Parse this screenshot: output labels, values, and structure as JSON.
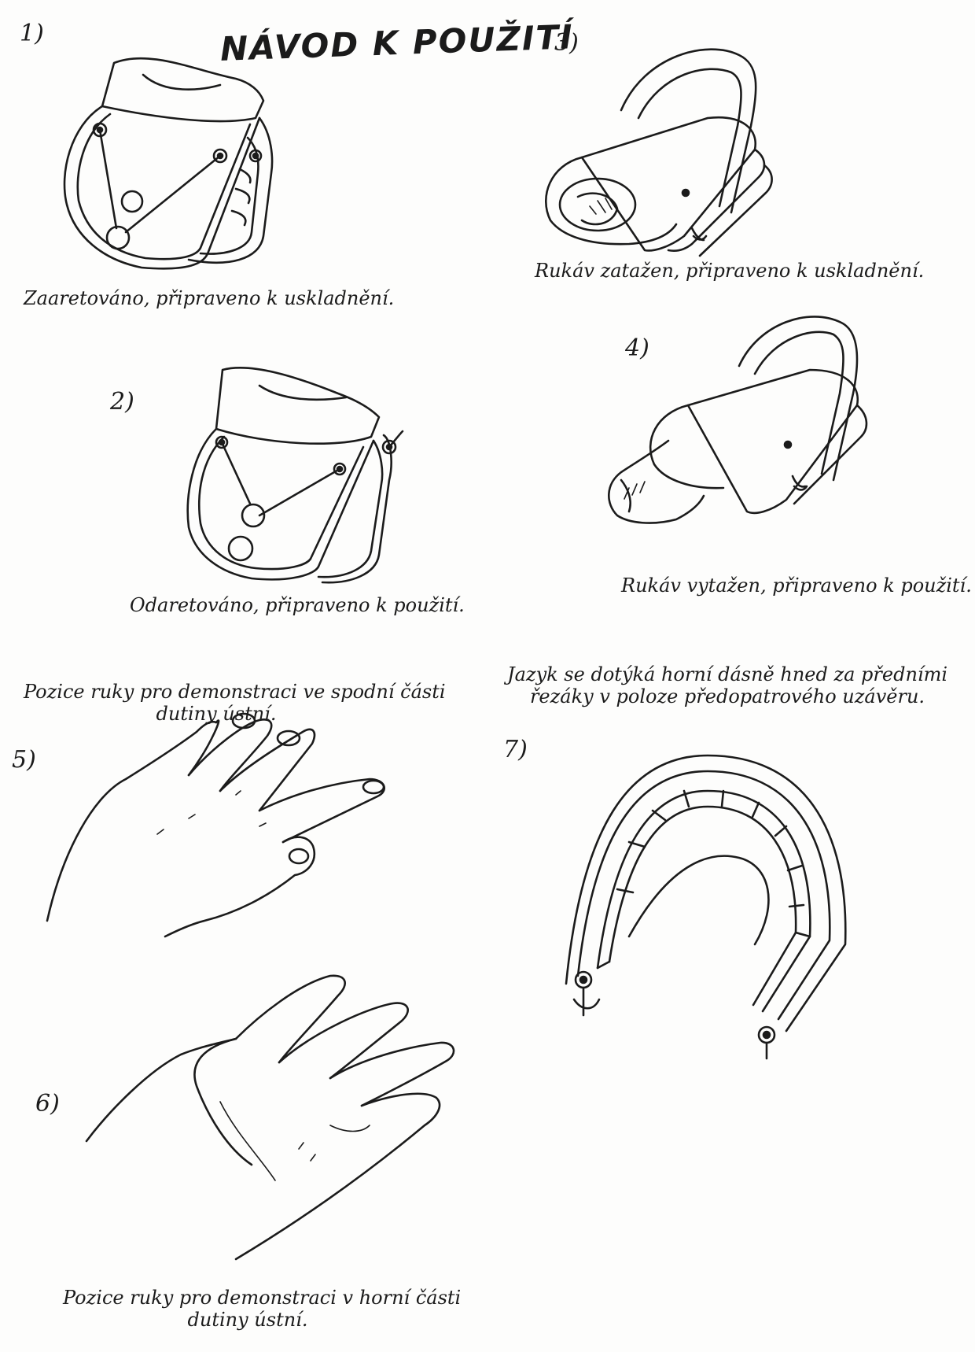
{
  "title": "NÁVOD K POUŽITÍ",
  "steps": [
    {
      "number": "1)",
      "caption": "Zaaretováno, připraveno k uskladnění."
    },
    {
      "number": "2)",
      "caption": "Odaretováno, připraveno k použití."
    },
    {
      "number": "3)",
      "caption": "Rukáv zatažen, připraveno k uskladnění."
    },
    {
      "number": "4)",
      "caption": "Rukáv vytažen, připraveno k použití."
    },
    {
      "number": "5)",
      "caption_line1": "Pozice ruky pro demonstraci ve spodní části",
      "caption_line2": "dutiny ústní."
    },
    {
      "number": "6)",
      "caption_line1": "Pozice ruky pro demonstraci v horní části",
      "caption_line2": "dutiny ústní."
    },
    {
      "number": "7)",
      "caption_line1": "Jazyk se dotýká horní dásně hned za předními",
      "caption_line2": "řezáky v poloze předopatrového uzávěru."
    }
  ]
}
